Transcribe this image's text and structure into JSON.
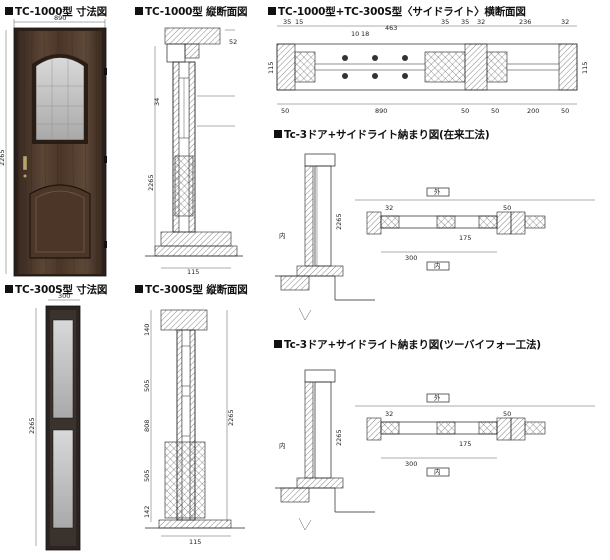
{
  "titles": {
    "tc1000_dim": "TC-1000型 寸法図",
    "tc1000_section": "TC-1000型 縦断面図",
    "combo_cross": "TC-1000型+TC-300S型〈サイドライト〉横断面図",
    "tc3_conventional": "Tc-3ドア+サイドライト納まり図(在来工法)",
    "tc300s_dim": "TC-300S型 寸法図",
    "tc300s_section": "TC-300S型 縦断面図",
    "tc3_twobyfour": "Tc-3ドア+サイドライト納まり図(ツーバイフォー工法)"
  },
  "dimensions": {
    "door_width": "890",
    "door_height": "2265",
    "side_width": "300",
    "side_height": "2265",
    "section_depth": "115",
    "section_height": "2265",
    "section_small_a": "52",
    "section_small_b": "34",
    "combo_top": [
      "35",
      "15",
      "10",
      "18",
      "463",
      "35",
      "35",
      "32",
      "236",
      "32"
    ],
    "combo_bottom": [
      "50",
      "890",
      "50",
      "50",
      "200",
      "50"
    ],
    "combo_side": "115",
    "combo_left": "115",
    "section2_a": "140",
    "section2_b": "505",
    "section2_c": "808",
    "section2_d": "505",
    "section2_e": "142",
    "plan_a": "300",
    "plan_b": "175",
    "plan_c": "2265",
    "plan_d": "32",
    "plan_e": "50"
  },
  "labels": {
    "inside": "内",
    "outside": "外"
  }
}
